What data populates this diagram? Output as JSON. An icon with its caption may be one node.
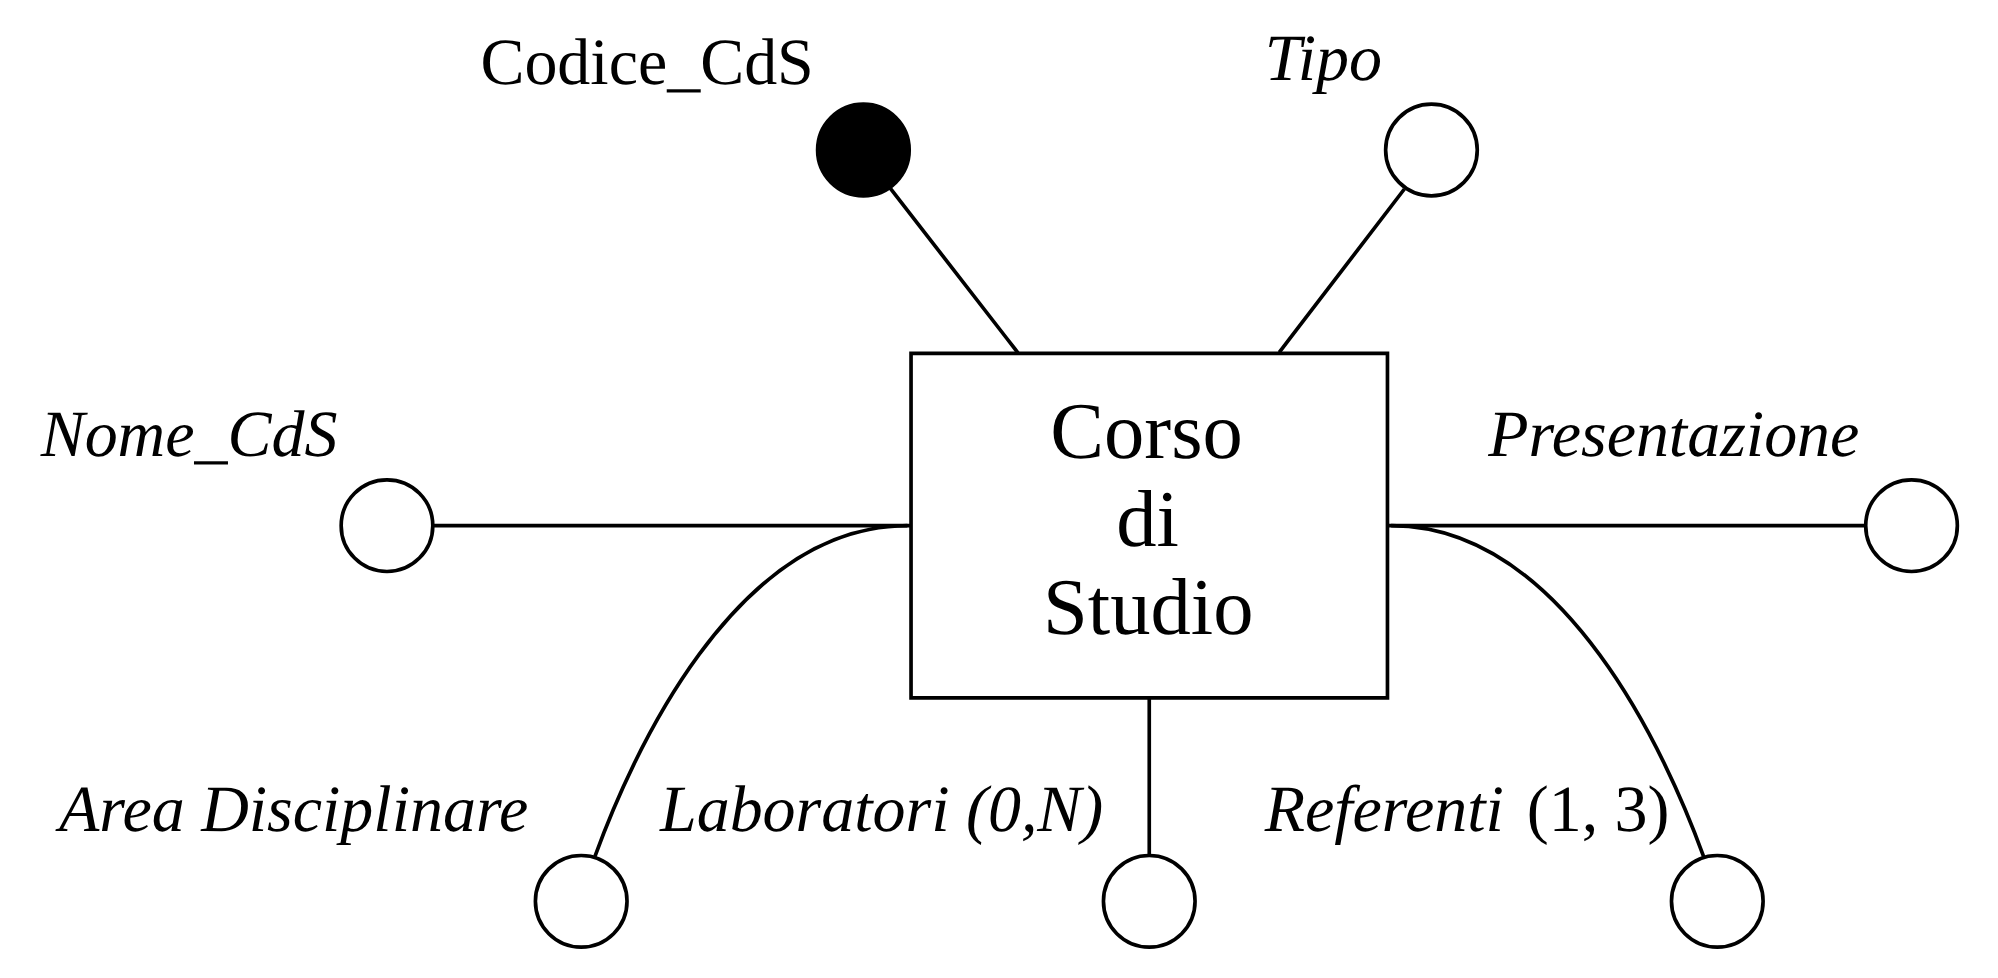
{
  "diagram": {
    "nodes": [
      {
        "text": [],
        "shape": "dot",
        "beside": [
          "Codice_CdS"
        ]
      },
      {
        "text": [],
        "shape": "circle",
        "beside": [
          "Tipo"
        ]
      },
      {
        "text": [],
        "shape": "circle",
        "beside": [
          "Nome_CdS"
        ]
      },
      {
        "text": [
          "Corso di Studio"
        ]
      },
      {
        "text": [],
        "shape": "circle",
        "beside": [
          "Presentazione"
        ]
      },
      {
        "text": [],
        "shape": "circle",
        "beside": [
          "Area Disciplinare"
        ]
      },
      {
        "text": [],
        "shape": "circle",
        "beside": [
          "*Referenti* (1, 3)"
        ]
      },
      {
        "text": [],
        "shape": "circle",
        "beside": [
          "Laboratori (0,N)"
        ]
      }
    ],
    "edges": [
      {
        "from": 0,
        "to": 3,
        "arrow": "none"
      },
      {
        "from": 1,
        "to": 3,
        "arrow": "none"
      },
      {
        "from": 2,
        "to": 3,
        "arrow": "none"
      },
      {
        "from": 3,
        "to": 4,
        "arrow": "none"
      },
      {
        "from": 3,
        "to": 5,
        "arrow": "none"
      },
      {
        "from": 3,
        "to": 6,
        "arrow": "none"
      },
      {
        "from": 3,
        "to": 7,
        "arrow": "none"
      }
    ]
  }
}
